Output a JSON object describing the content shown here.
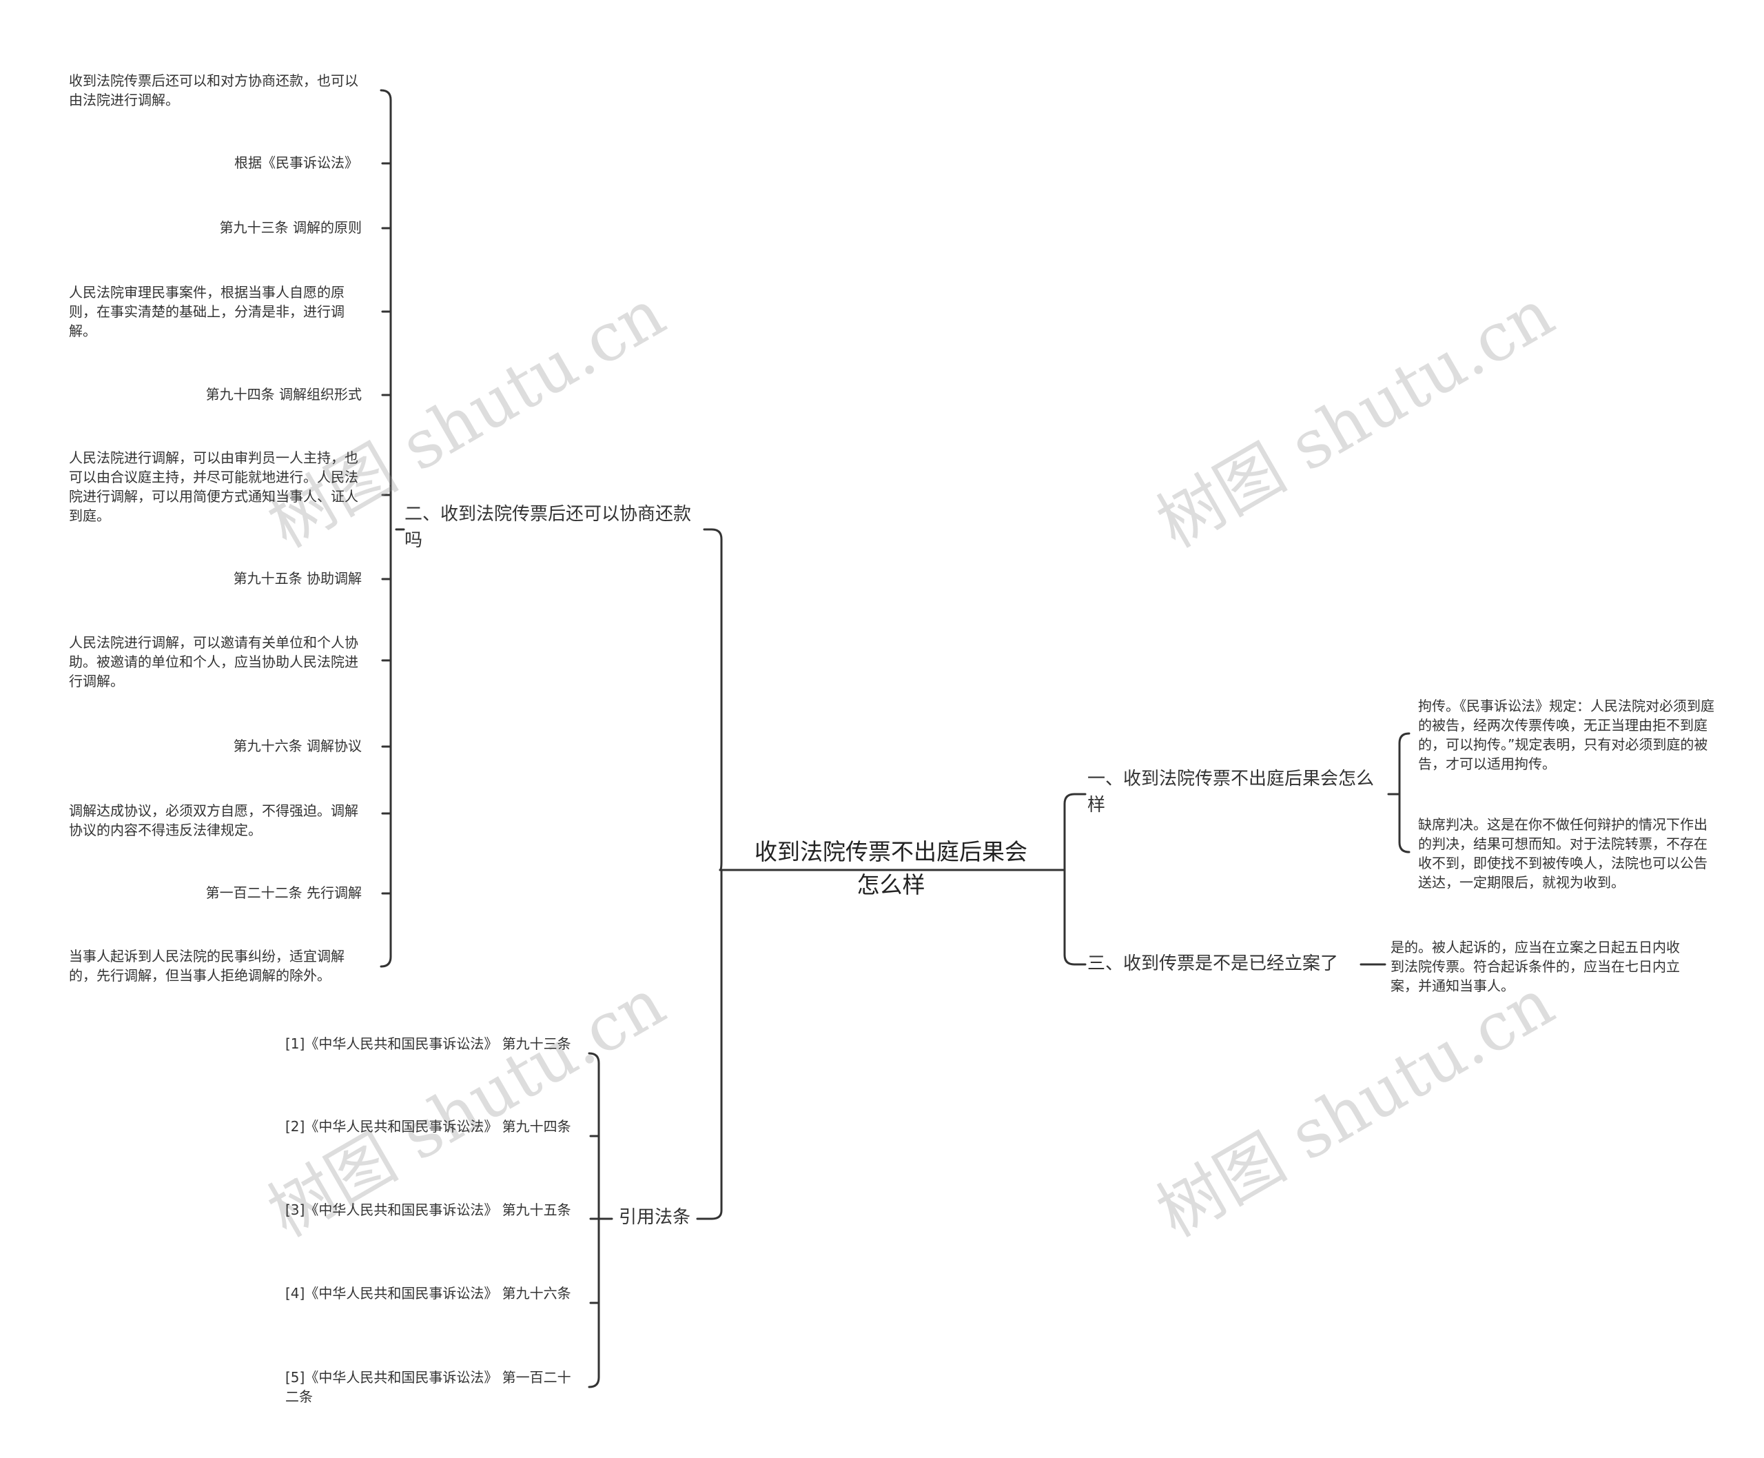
{
  "root": "收到法院传票不出庭后果会怎么样",
  "branch_left_1": {
    "title": "二、收到法院传票后还可以协商还款吗",
    "items": [
      "收到法院传票后还可以和对方协商还款，也可以由法院进行调解。",
      "根据《民事诉讼法》",
      "第九十三条  调解的原则",
      "人民法院审理民事案件，根据当事人自愿的原则，在事实清楚的基础上，分清是非，进行调解。",
      "第九十四条  调解组织形式",
      "人民法院进行调解，可以由审判员一人主持，也可以由合议庭主持，并尽可能就地进行。人民法院进行调解，可以用简便方式通知当事人、证人到庭。",
      "第九十五条  协助调解",
      "人民法院进行调解，可以邀请有关单位和个人协助。被邀请的单位和个人，应当协助人民法院进行调解。",
      "第九十六条  调解协议",
      "调解达成协议，必须双方自愿，不得强迫。调解协议的内容不得违反法律规定。",
      "第一百二十二条 先行调解",
      "当事人起诉到人民法院的民事纠纷，适宜调解的，先行调解，但当事人拒绝调解的除外。"
    ]
  },
  "branch_left_2": {
    "title": "引用法条",
    "items": [
      "[1]《中华人民共和国民事诉讼法》 第九十三条",
      "[2]《中华人民共和国民事诉讼法》 第九十四条",
      "[3]《中华人民共和国民事诉讼法》 第九十五条",
      "[4]《中华人民共和国民事诉讼法》 第九十六条",
      "[5]《中华人民共和国民事诉讼法》 第一百二十二条"
    ]
  },
  "branch_right_1": {
    "title": "一、收到法院传票不出庭后果会怎么样",
    "items": [
      "拘传。《民事诉讼法》规定：人民法院对必须到庭的被告，经两次传票传唤，无正当理由拒不到庭的，可以拘传。”规定表明，只有对必须到庭的被告，才可以适用拘传。",
      "缺席判决。这是在你不做任何辩护的情况下作出的判决，结果可想而知。对于法院转票，不存在收不到，即使找不到被传唤人，法院也可以公告送达，一定期限后，就视为收到。"
    ]
  },
  "branch_right_2": {
    "title": "三、收到传票是不是已经立案了",
    "items": [
      "是的。被人起诉的，应当在立案之日起五日内收到法院传票。符合起诉条件的，应当在七日内立案，并通知当事人。"
    ]
  },
  "watermark": "树图 shutu.cn"
}
